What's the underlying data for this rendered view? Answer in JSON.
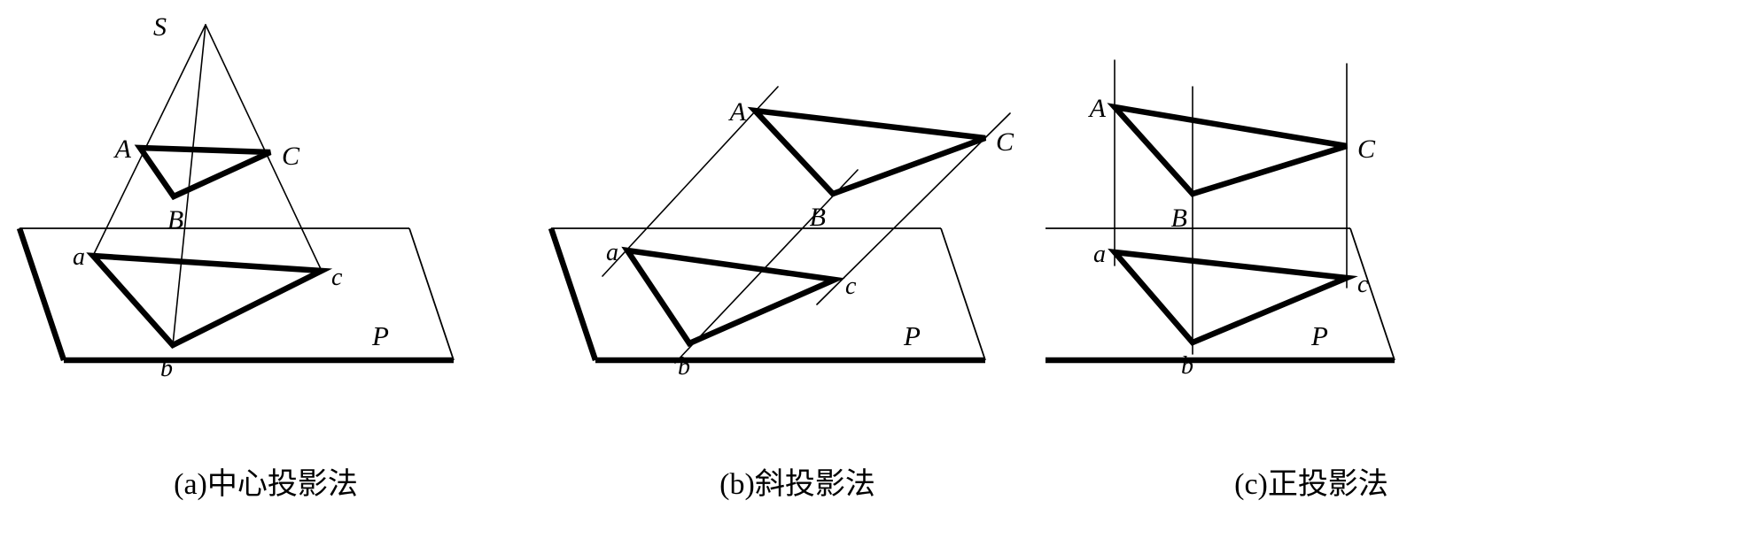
{
  "figure": {
    "title": "Three projection methods illustration",
    "background_color": "#ffffff",
    "line_color": "#000000"
  },
  "panels": [
    {
      "id": "a",
      "caption": "(a)中心投影法",
      "method": "central-projection",
      "plane_label": "P",
      "center_label": "S",
      "object_labels": {
        "A": "A",
        "B": "B",
        "C": "C"
      },
      "image_labels": {
        "a": "a",
        "b": "b",
        "c": "c"
      },
      "geometry": {
        "center_point": [
          232,
          28
        ],
        "object_triangle": [
          [
            158,
            167
          ],
          [
            196,
            222
          ],
          [
            305,
            172
          ]
        ],
        "image_triangle": [
          [
            105,
            289
          ],
          [
            195,
            390
          ],
          [
            363,
            306
          ]
        ],
        "plane_quad": [
          [
            22,
            258
          ],
          [
            462,
            258
          ],
          [
            512,
            407
          ],
          [
            72,
            407
          ]
        ],
        "projection_rays": [
          [
            [
              232,
              28
            ],
            [
              105,
              289
            ]
          ],
          [
            [
              232,
              28
            ],
            [
              195,
              390
            ]
          ],
          [
            [
              232,
              28
            ],
            [
              363,
              306
            ]
          ]
        ]
      }
    },
    {
      "id": "b",
      "caption": "(b)斜投影法",
      "method": "oblique-projection",
      "plane_label": "P",
      "object_labels": {
        "A": "A",
        "B": "B",
        "C": "C"
      },
      "image_labels": {
        "a": "a",
        "b": "b",
        "c": "c"
      },
      "geometry": {
        "object_triangle": [
          [
            152,
            125
          ],
          [
            240,
            219
          ],
          [
            412,
            156
          ]
        ],
        "image_triangle": [
          [
            8,
            283
          ],
          [
            78,
            388
          ],
          [
            242,
            316
          ]
        ],
        "plane_quad": [
          [
            -78,
            258
          ],
          [
            266,
            258
          ],
          [
            316,
            407
          ],
          [
            -28,
            407
          ]
        ],
        "projection_rays": [
          [
            [
              178,
              98
            ],
            [
              -20,
              312
            ]
          ],
          [
            [
              268,
              192
            ],
            [
              62,
              410
            ]
          ],
          [
            [
              440,
              128
            ],
            [
              222,
              344
            ]
          ]
        ],
        "ray_angle_deg": 45
      }
    },
    {
      "id": "c",
      "caption": "(c)正投影法",
      "method": "orthographic-projection",
      "plane_label": "P",
      "object_labels": {
        "A": "A",
        "B": "B",
        "C": "C"
      },
      "image_labels": {
        "a": "a",
        "b": "b",
        "c": "c"
      },
      "geometry": {
        "object_triangle": [
          [
            150,
            121
          ],
          [
            238,
            219
          ],
          [
            412,
            165
          ]
        ],
        "image_triangle": [
          [
            150,
            285
          ],
          [
            238,
            387
          ],
          [
            412,
            314
          ]
        ],
        "plane_quad": [
          [
            -80,
            258
          ],
          [
            360,
            258
          ],
          [
            410,
            407
          ],
          [
            -30,
            407
          ]
        ],
        "projection_rays": [
          [
            [
              150,
              68
            ],
            [
              150,
              300
            ]
          ],
          [
            [
              238,
              98
            ],
            [
              238,
              400
            ]
          ],
          [
            [
              412,
              72
            ],
            [
              412,
              325
            ]
          ]
        ],
        "ray_orientation": "vertical"
      }
    }
  ]
}
